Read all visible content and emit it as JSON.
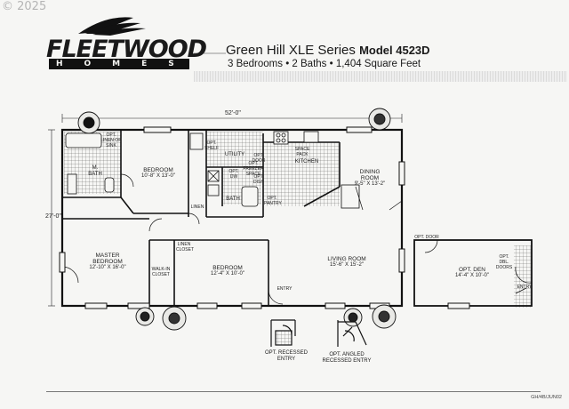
{
  "watermark": "© 2025",
  "brand": {
    "name": "FLEETWOOD",
    "sub": "HOMES"
  },
  "header": {
    "series": "Green Hill XLE Series",
    "model": "Model 4523D",
    "specs": "3 Bedrooms • 2 Baths • 1,404 Square Feet"
  },
  "dims": {
    "width": "52'-0\"",
    "depth": "27'-0\""
  },
  "rooms": {
    "m_bath": "M. BATH",
    "bedroom1": {
      "name": "BEDROOM",
      "size": "10'-8\" X 13'-0\""
    },
    "utility": "UTILITY",
    "kitchen": "KITCHEN",
    "dining": {
      "name": "DINING ROOM",
      "size": "9'-5\" X 13'-2\""
    },
    "master": {
      "name": "MASTER BEDROOM",
      "size": "12'-10\" X 16'-0\""
    },
    "bedroom2": {
      "name": "BEDROOM",
      "size": "12'-4\" X 10'-0\""
    },
    "living": {
      "name": "LIVING ROOM",
      "size": "15'-6\" X 15'-2\""
    },
    "bath": "BATH",
    "den": {
      "name": "OPT. DEN",
      "size": "14'-4\" X 10'-0\""
    }
  },
  "notes": {
    "opt_linen": "OPT. LINEN OR SINK",
    "opt_shelf": "OPT. SHELF",
    "opt_door": "OPT. DOOR",
    "opt_freezer": "OPT. FREEZER SPACE",
    "opt_dw": "OPT. DW",
    "opt_dish": "OPT. DISH",
    "opt_pantry": "OPT. PANTRY",
    "space_pack": "SPACE PACK",
    "linen": "LINEN",
    "linen_closet": "LINEN CLOSET",
    "walk_in": "WALK-IN CLOSET",
    "entry": "ENTRY",
    "den_door": "OPT. DOOR",
    "opt_dbl_doors": "OPT. DBL. DOORS",
    "den_entry": "ENTRY"
  },
  "captions": {
    "recessed": "OPT. RECESSED ENTRY",
    "angled": "OPT. ANGLED RECESSED ENTRY"
  },
  "code": "GH/4B/JUN02"
}
